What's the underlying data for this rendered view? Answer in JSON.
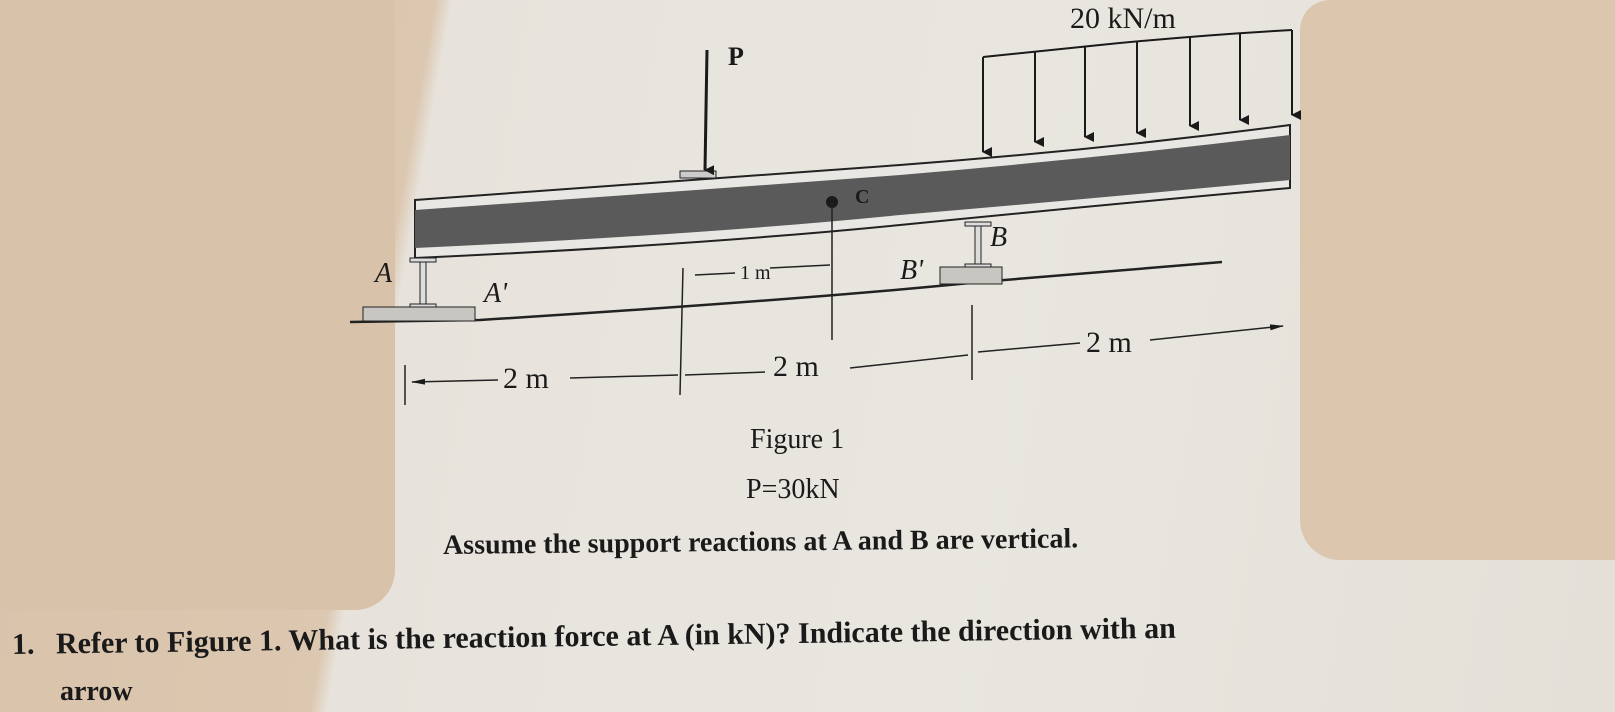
{
  "figure": {
    "load_distributed": "20 kN/m",
    "load_point": "P",
    "label_a": "A",
    "label_a_prime": "A'",
    "label_b": "B",
    "label_b_prime": "B'",
    "label_c": "C",
    "dim_1m": "1 m",
    "dim_ab_left": "2 m",
    "dim_ab_mid": "2 m",
    "dim_overhang": "2 m",
    "colors": {
      "beam_web": "#555555",
      "paper": "#e8e5df",
      "ink": "#1a1a1a"
    }
  },
  "caption": "Figure 1",
  "given": "P=30kN",
  "assumption": "Assume the support reactions at A and B are vertical.",
  "question": {
    "number": "1.",
    "text": "Refer to Figure 1. What is the reaction force at A (in kN)? Indicate the direction with an",
    "continuation": "arrow"
  }
}
